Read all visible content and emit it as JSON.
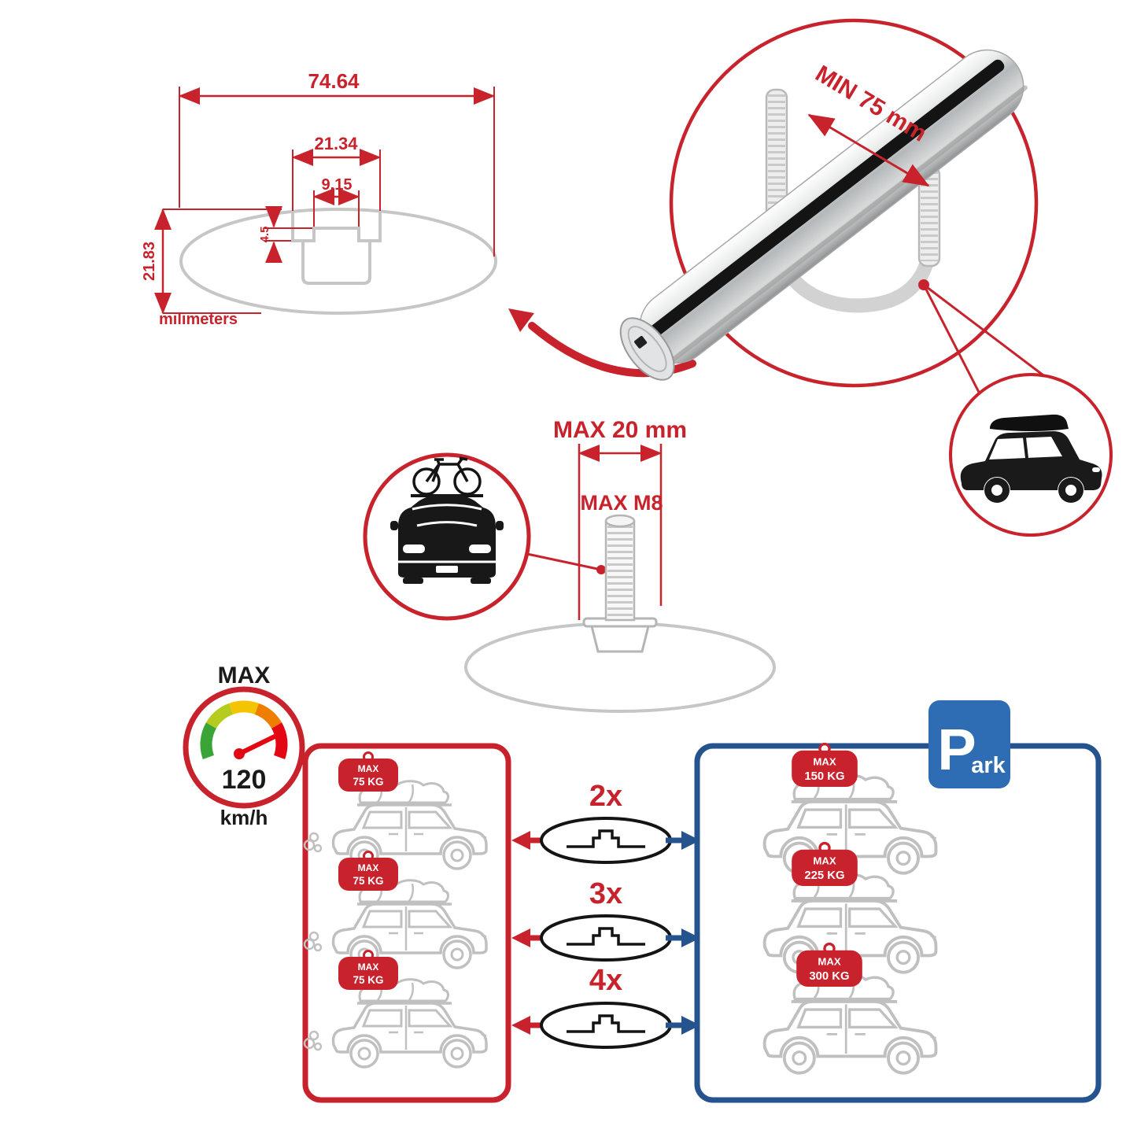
{
  "colors": {
    "accent_red": "#c8232c",
    "accent_blue": "#24538e",
    "sign_blue": "#2e6db4",
    "drawing_gray": "#c6c6c6"
  },
  "profile_dimensions": {
    "total_width": "74.64",
    "channel_width": "21.34",
    "slot_width": "9.15",
    "slot_depth": "4.5",
    "total_height": "21.83",
    "units_label": "milimeters"
  },
  "clamp_detail": {
    "min_spacing_label": "MIN 75 mm"
  },
  "bolt_detail": {
    "max_length_label": "MAX 20 mm",
    "max_thread_label": "MAX M8"
  },
  "speed_limit": {
    "label": "MAX",
    "value": "120",
    "unit": "km/h"
  },
  "driving_panel": {
    "cars": [
      {
        "tag_label": "MAX",
        "tag_weight": "75 KG"
      },
      {
        "tag_label": "MAX",
        "tag_weight": "75 KG"
      },
      {
        "tag_label": "MAX",
        "tag_weight": "75 KG"
      }
    ]
  },
  "parked_panel": {
    "cars": [
      {
        "tag_label": "MAX",
        "tag_weight": "150 KG"
      },
      {
        "tag_label": "MAX",
        "tag_weight": "225 KG"
      },
      {
        "tag_label": "MAX",
        "tag_weight": "300 KG"
      }
    ]
  },
  "crossbar_counts": [
    {
      "label": "2x"
    },
    {
      "label": "3x"
    },
    {
      "label": "4x"
    }
  ],
  "parking_sign": {
    "letter": "P",
    "suffix": "ark"
  }
}
